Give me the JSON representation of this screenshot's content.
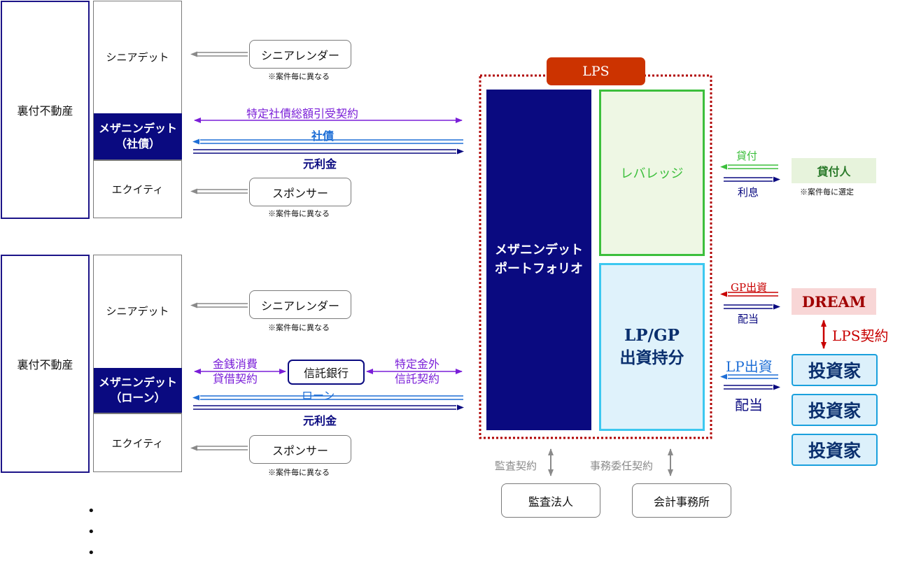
{
  "colors": {
    "navy": "#0a0a80",
    "purple": "#7a1ed8",
    "blue": "#1f6fd6",
    "green": "#3cbf3c",
    "red": "#c80000",
    "cyan": "#1aa0dd",
    "gray": "#8a8a8a"
  },
  "top_deal": {
    "asset_label": "裏付不動産",
    "senior_debt": "シニアデット",
    "mezz_debt_line1": "メザニンデット",
    "mezz_debt_line2": "（社債）",
    "equity": "エクイティ",
    "senior_lender": "シニアレンダー",
    "senior_lender_note": "※案件毎に異なる",
    "sponsor": "スポンサー",
    "sponsor_note": "※案件毎に異なる",
    "contract_label": "特定社債総額引受契約",
    "bond_label": "社債",
    "principal_label": "元利金"
  },
  "bottom_deal": {
    "asset_label": "裏付不動産",
    "senior_debt": "シニアデット",
    "mezz_debt_line1": "メザニンデット",
    "mezz_debt_line2": "（ローン）",
    "equity": "エクイティ",
    "senior_lender": "シニアレンダー",
    "senior_lender_note": "※案件毎に異なる",
    "sponsor": "スポンサー",
    "sponsor_note": "※案件毎に異なる",
    "loan_contract_line1": "金銭消費",
    "loan_contract_line2": "貸借契約",
    "trust_bank": "信託銀行",
    "trust_contract_line1": "特定金外",
    "trust_contract_line2": "信託契約",
    "loan_label": "ローン",
    "principal_label": "元利金"
  },
  "lps": {
    "tag": "LPS",
    "portfolio_line1": "メザニンデット",
    "portfolio_line2": "ポートフォリオ",
    "leverage": "レバレッジ",
    "equity_line1": "LP/GP",
    "equity_line2": "出資持分"
  },
  "right": {
    "lend_label": "貸付",
    "interest_label": "利息",
    "lender": "貸付人",
    "lender_note": "※案件毎に選定",
    "gp_label": "GP出資",
    "gp_dist_label": "配当",
    "dream": "DREAM",
    "lps_contract": "LPS契約",
    "lp_label": "LP出資",
    "lp_dist_label": "配当",
    "investors": [
      "投資家",
      "投資家",
      "投資家"
    ]
  },
  "bottom_parties": {
    "audit_contract": "監査契約",
    "admin_contract": "事務委任契約",
    "auditor": "監査法人",
    "accounting_firm": "会計事務所"
  },
  "ellipsis": [
    "•",
    "•",
    "•"
  ]
}
